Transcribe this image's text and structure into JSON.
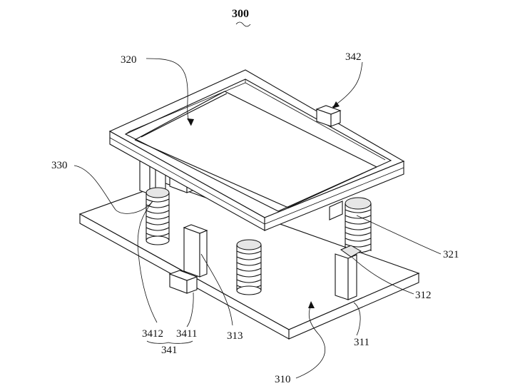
{
  "figure": {
    "number": "300",
    "labels": {
      "l320": "320",
      "l342": "342",
      "l330": "330",
      "l321": "321",
      "l312": "312",
      "l311": "311",
      "l313": "313",
      "l310": "310",
      "l3412": "3412",
      "l3411": "3411",
      "l341": "341"
    }
  }
}
